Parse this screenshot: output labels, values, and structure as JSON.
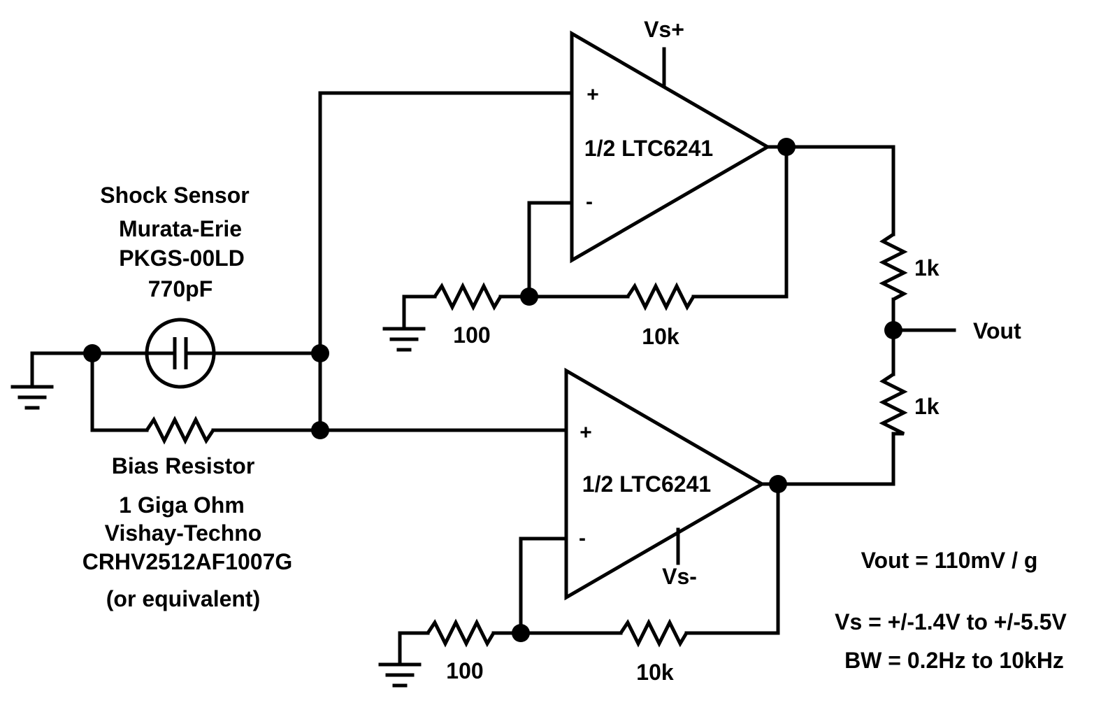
{
  "diagram": {
    "sensor": {
      "line1": "Shock Sensor",
      "line2": "Murata-Erie",
      "line3": "PKGS-00LD",
      "line4": "770pF"
    },
    "bias_resistor": {
      "line1": "Bias Resistor",
      "line2": "1 Giga Ohm",
      "line3": "Vishay-Techno",
      "line4": "CRHV2512AF1007G",
      "line5": "(or equivalent)"
    },
    "opamp_top": {
      "name": "1/2  LTC6241",
      "plus": "+",
      "minus": "-",
      "supply": "Vs+"
    },
    "opamp_bottom": {
      "name": "1/2  LTC6241",
      "plus": "+",
      "minus": "-",
      "supply": "Vs-"
    },
    "resistors": {
      "top_ground": "100",
      "top_feedback": "10k",
      "bottom_ground": "100",
      "bottom_feedback": "10k",
      "out_top": "1k",
      "out_bottom": "1k"
    },
    "output_label": "Vout",
    "notes": {
      "gain": "Vout = 110mV / g",
      "supply": "Vs = +/-1.4V to +/-5.5V",
      "bandwidth": "BW = 0.2Hz to 10kHz"
    }
  }
}
